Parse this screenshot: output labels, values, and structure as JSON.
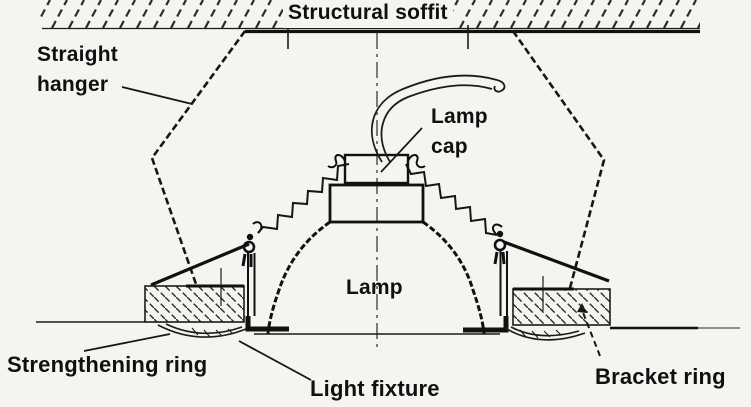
{
  "diagram": {
    "labels": {
      "structural_soffit": "Structural soffit",
      "straight_hanger": "Straight hanger",
      "lamp_cap": "Lamp cap",
      "lamp": "Lamp",
      "strengthening_ring": "Strengthening ring",
      "light_fixture": "Light fixture",
      "bracket_ring": "Bracket ring"
    },
    "colors": {
      "background": "#f5f4f1",
      "ink": "#161616"
    }
  }
}
